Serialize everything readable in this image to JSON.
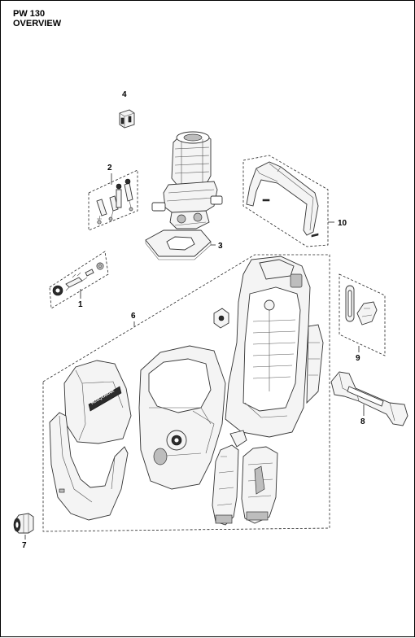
{
  "header": {
    "model": "PW 130",
    "view": "OVERVIEW"
  },
  "callouts": {
    "c1": "1",
    "c2": "2",
    "c3": "3",
    "c4": "4",
    "c6": "6",
    "c7": "7",
    "c8": "8",
    "c9": "9",
    "c10": "10"
  },
  "parts": {
    "brand_logo": "HUSQVARNA"
  }
}
